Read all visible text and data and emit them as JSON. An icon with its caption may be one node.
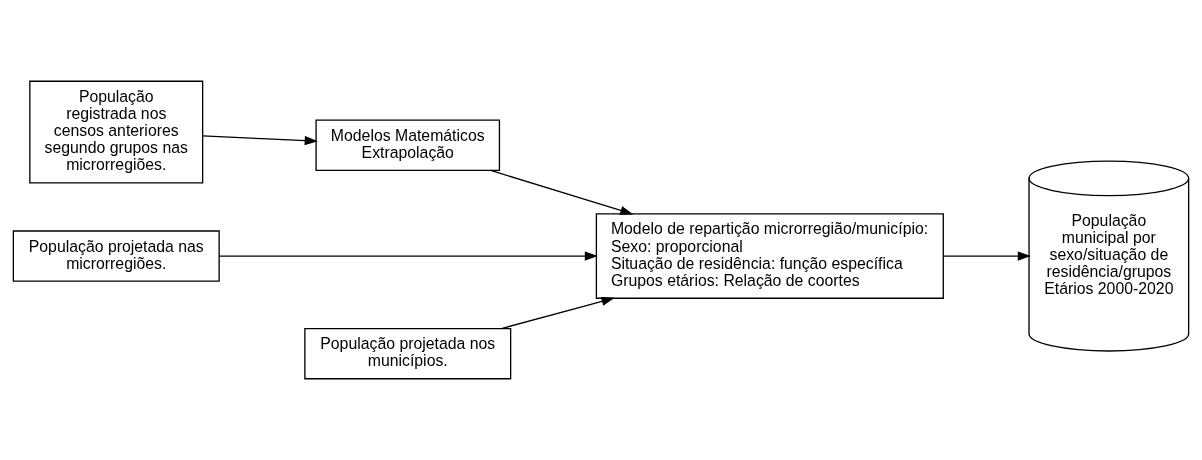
{
  "diagram": {
    "nodes": [
      {
        "text": [
          "População registrada nos censos anteriores segundo grupos nas microrregiões."
        ]
      },
      {
        "text": [
          "Modelos Matemáticos Extrapolação"
        ]
      },
      {
        "text": [
          "Modelo de repartição microrregião/município:",
          "Sexo: proporcional",
          "Situação de residência: função específica",
          "Grupos etários: Relação de coortes"
        ]
      },
      {
        "text": [
          "População projetada nas microrregiões."
        ]
      },
      {
        "text": [
          "População projetada nos municípios."
        ]
      },
      {
        "text": [
          "População municipal por sexo/situação de residência/grupos Etários 2000-2020"
        ]
      }
    ],
    "edges": [
      {
        "from": 0,
        "to": 1,
        "arrow": "to"
      },
      {
        "from": 1,
        "to": 2,
        "arrow": "to"
      },
      {
        "from": 3,
        "to": 2,
        "arrow": "to"
      },
      {
        "from": 4,
        "to": 2,
        "arrow": "to"
      },
      {
        "from": 2,
        "to": 5,
        "arrow": "to"
      }
    ]
  }
}
